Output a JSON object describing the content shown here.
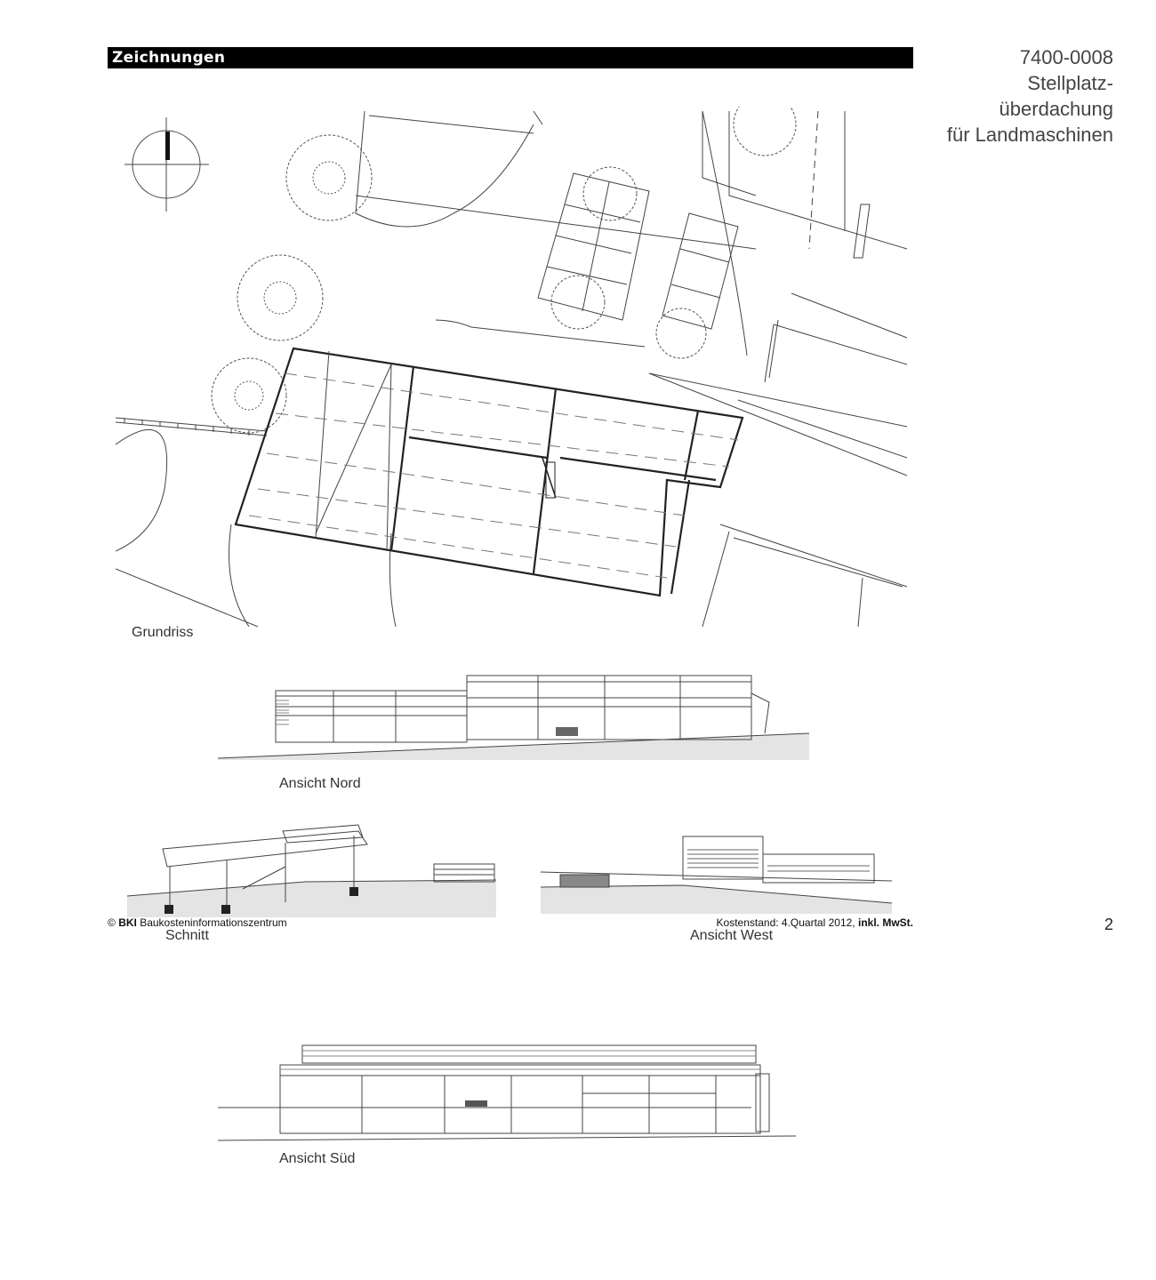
{
  "header": {
    "section_title": "Zeichnungen"
  },
  "project": {
    "number": "7400-0008",
    "title_line1": "Stellplatz-",
    "title_line2": "überdachung",
    "title_line3": "für Landmaschinen"
  },
  "drawings": {
    "grundriss": "Grundriss",
    "ansicht_nord": "Ansicht Nord",
    "schnitt": "Schnitt",
    "ansicht_west": "Ansicht West",
    "ansicht_sued": "Ansicht Süd"
  },
  "footer": {
    "copyright_symbol": "©",
    "brand": "BKI",
    "org": "Baukosteninformationszentrum",
    "cost_label": "Kostenstand: 4.Quartal 2012,",
    "cost_suffix": "inkl. MwSt.",
    "page_number": "2"
  }
}
